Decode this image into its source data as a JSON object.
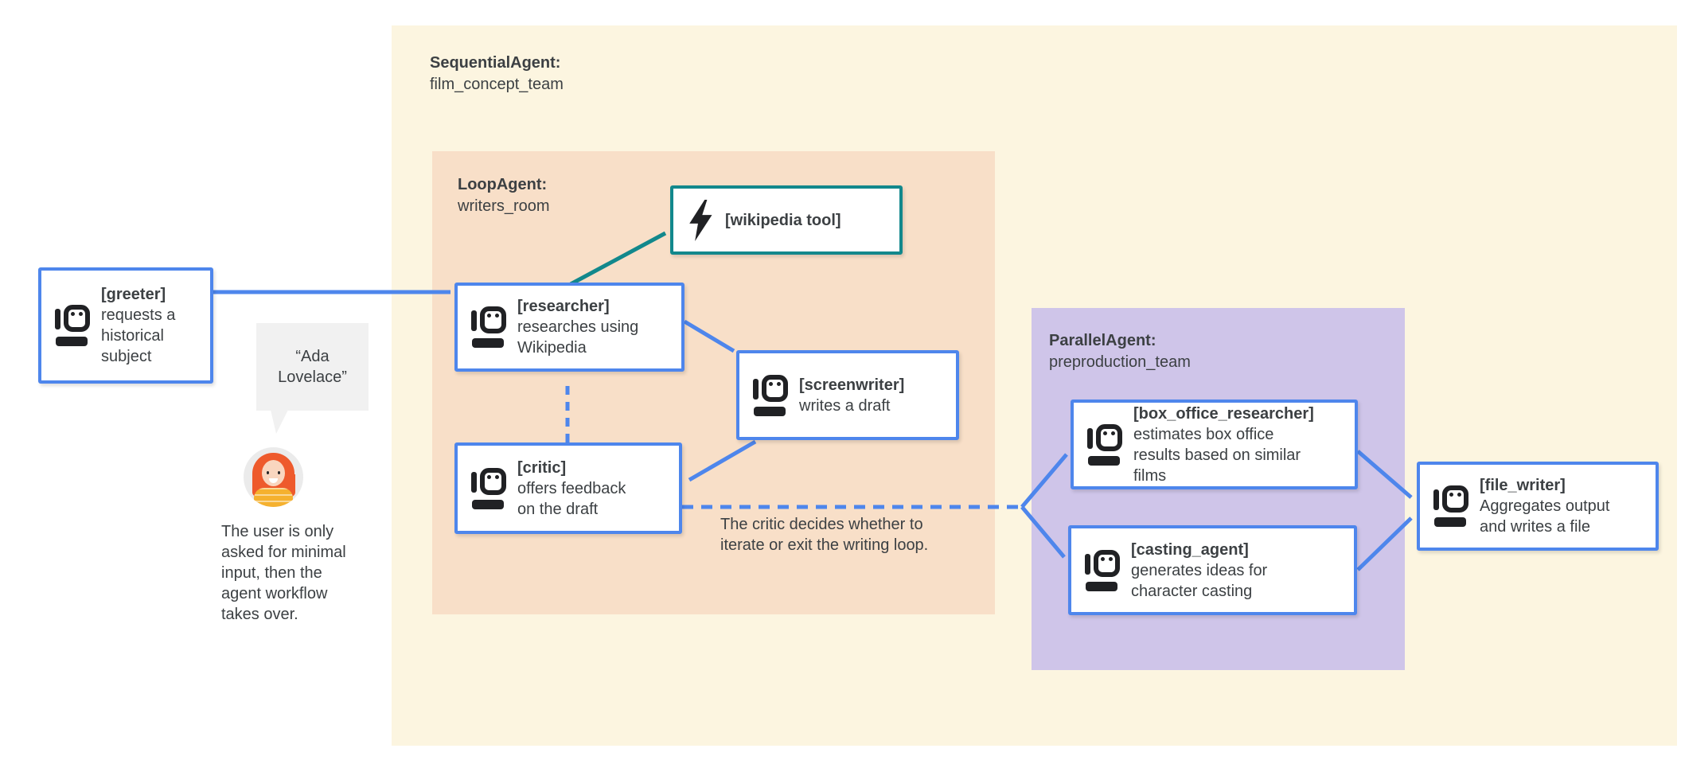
{
  "groups": {
    "sequential": {
      "title": "SequentialAgent:",
      "subtitle": "film_concept_team"
    },
    "loop": {
      "title": "LoopAgent:",
      "subtitle": "writers_room"
    },
    "parallel": {
      "title": "ParallelAgent:",
      "subtitle": "preproduction_team"
    }
  },
  "nodes": {
    "greeter": {
      "title": "[greeter]",
      "desc": "requests a historical subject"
    },
    "researcher": {
      "title": "[researcher]",
      "desc": "researches using Wikipedia"
    },
    "wikipedia_tool": {
      "title": "[wikipedia tool]"
    },
    "screenwriter": {
      "title": "[screenwriter]",
      "desc": "writes a draft"
    },
    "critic": {
      "title": "[critic]",
      "desc": "offers feedback on the draft"
    },
    "box_office_researcher": {
      "title": "[box_office_researcher]",
      "desc": "estimates box office results based on similar films"
    },
    "casting_agent": {
      "title": "[casting_agent]",
      "desc": "generates ideas for character casting"
    },
    "file_writer": {
      "title": "[file_writer]",
      "desc": "Aggregates output and writes a file"
    }
  },
  "annotations": {
    "user_quote": "“Ada Lovelace”",
    "user_note": "The user is only asked for minimal input, then the agent workflow takes over.",
    "critic_note": "The critic decides whether to iterate or exit the writing loop."
  },
  "icons": {
    "robot": "robot-icon",
    "bolt": "bolt-icon"
  },
  "colors": {
    "blue": "#4E86EC",
    "teal": "#12888C",
    "yellow_bg": "#FCF5E0",
    "orange_bg": "#F8DFC8",
    "purple_bg": "#CFC5E9",
    "text": "#3C4043",
    "bubble_gray": "#F1F1F1",
    "icon_black": "#202124"
  }
}
